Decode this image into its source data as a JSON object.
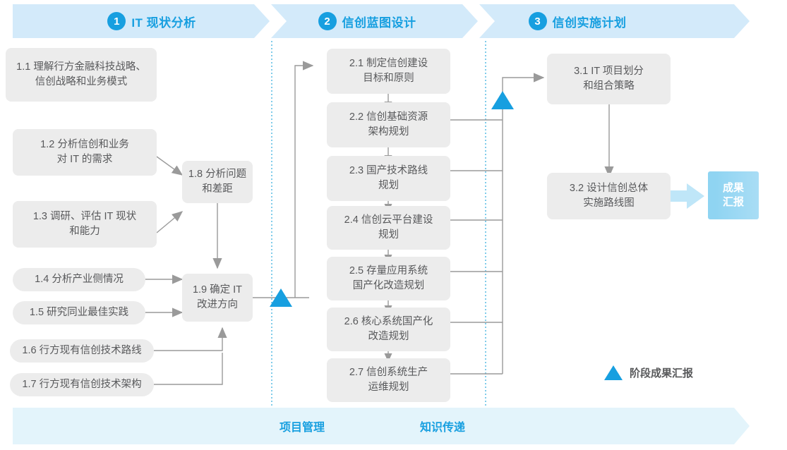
{
  "phases": [
    {
      "num": "1",
      "title": "IT 现状分析"
    },
    {
      "num": "2",
      "title": "信创蓝图设计"
    },
    {
      "num": "3",
      "title": "信创实施计划"
    }
  ],
  "phase1_nodes": [
    {
      "id": "1.1",
      "text": "1.1 理解行方金融科技战略、\n信创战略和业务模式"
    },
    {
      "id": "1.2",
      "text": "1.2 分析信创和业务\n对 IT 的需求"
    },
    {
      "id": "1.3",
      "text": "1.3 调研、评估 IT 现状\n和能力"
    },
    {
      "id": "1.4",
      "text": "1.4 分析产业侧情况"
    },
    {
      "id": "1.5",
      "text": "1.5 研究同业最佳实践"
    },
    {
      "id": "1.6",
      "text": "1.6 行方现有信创技术路线"
    },
    {
      "id": "1.7",
      "text": "1.7 行方现有信创技术架构"
    },
    {
      "id": "1.8",
      "text": "1.8 分析问题\n和差距"
    },
    {
      "id": "1.9",
      "text": "1.9 确定 IT\n改进方向"
    }
  ],
  "phase2_nodes": [
    {
      "id": "2.1",
      "text": "2.1 制定信创建设\n目标和原则"
    },
    {
      "id": "2.2",
      "text": "2.2 信创基础资源\n架构规划"
    },
    {
      "id": "2.3",
      "text": "2.3 国产技术路线\n规划"
    },
    {
      "id": "2.4",
      "text": "2.4 信创云平台建设\n规划"
    },
    {
      "id": "2.5",
      "text": "2.5 存量应用系统\n国产化改造规划"
    },
    {
      "id": "2.6",
      "text": "2.6 核心系统国产化\n改造规划"
    },
    {
      "id": "2.7",
      "text": "2.7 信创系统生产\n运维规划"
    }
  ],
  "phase3_nodes": [
    {
      "id": "3.1",
      "text": "3.1 IT 项目划分\n和组合策略"
    },
    {
      "id": "3.2",
      "text": "3.2 设计信创总体\n实施路线图"
    }
  ],
  "result_node": {
    "text": "成果\n汇报"
  },
  "bottom_band": {
    "items": [
      {
        "label": "项目管理"
      },
      {
        "label": "知识传递"
      }
    ]
  },
  "legend": {
    "label": "阶段成果汇报",
    "icon": "triangle-icon"
  },
  "colors": {
    "accent": "#179FE0",
    "band": "#E3F4FB",
    "header": "#D3EAFA",
    "node_bg": "#ECECEC",
    "node_text": "#58595B",
    "connector": "#9A9A9A",
    "divider": "#4AB7E0",
    "result_bg": "#8FD4F2"
  }
}
